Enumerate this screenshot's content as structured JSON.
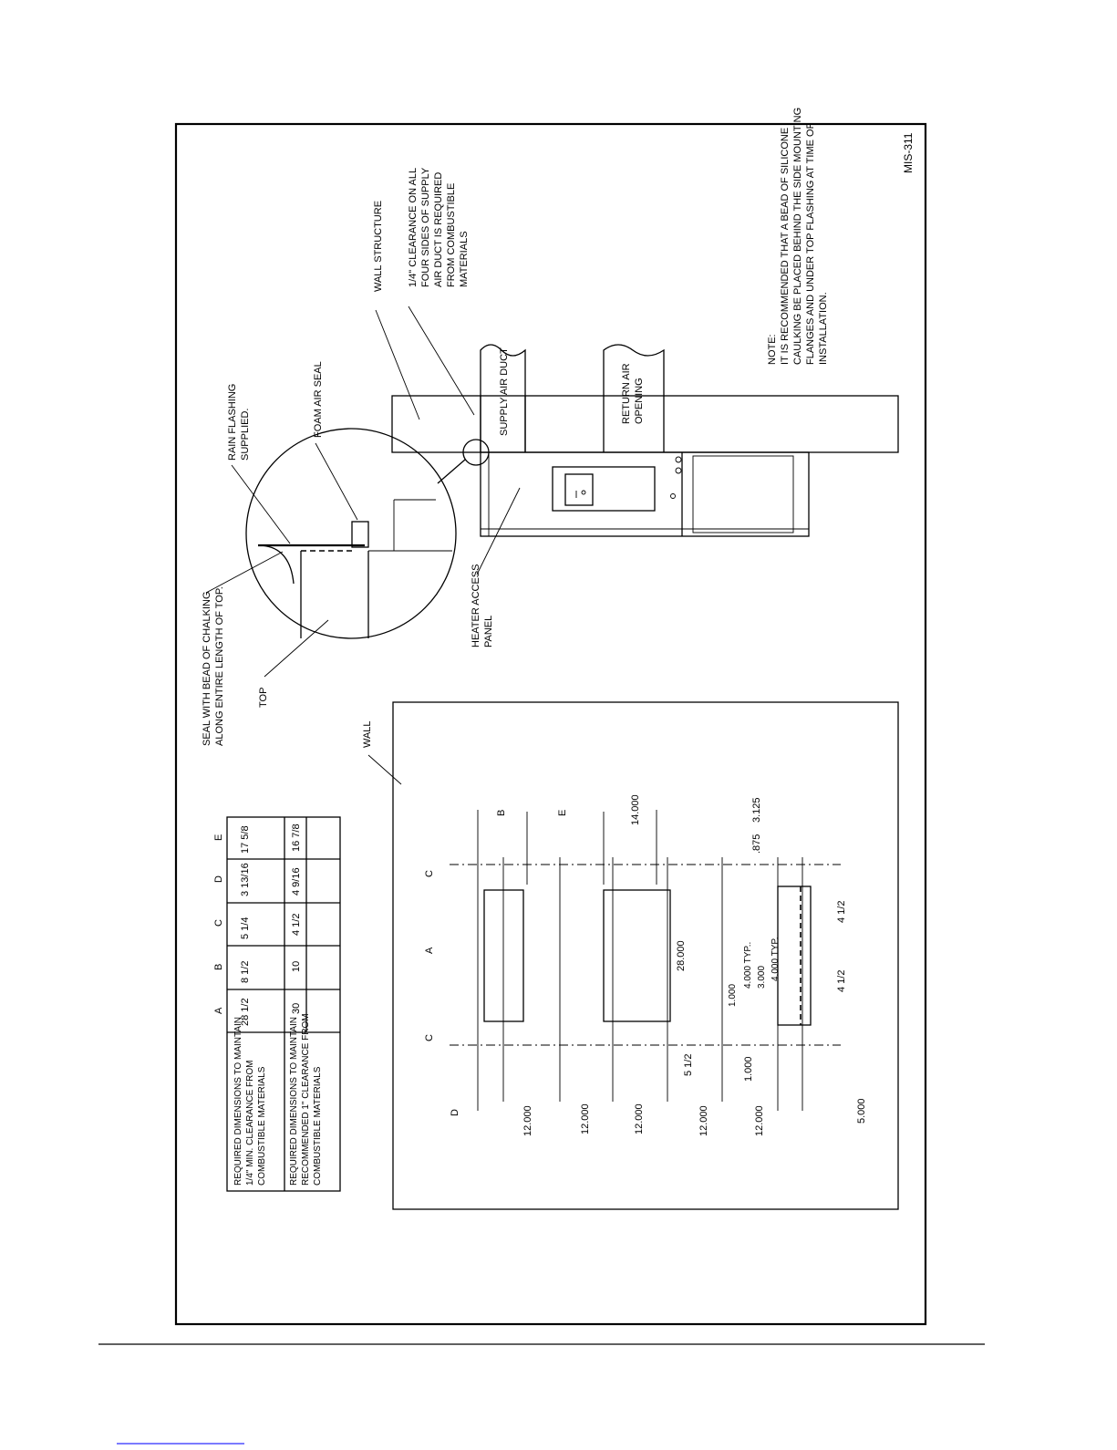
{
  "drawing_id": "MIS-311",
  "note": {
    "lines": [
      "NOTE:",
      "IT IS RECOMMENDED THAT A BEAD OF SILICONE",
      "CAULKING BE PLACED BEHIND THE SIDE MOUNTING",
      "FLANGES AND UNDER TOP FLASHING AT TIME OF",
      "INSTALLATION."
    ]
  },
  "callouts": {
    "wall_structure": [
      "WALL STRUCTURE"
    ],
    "clearance_note": [
      "1/4\" CLEARANCE ON ALL",
      "FOUR SIDES OF SUPPLY",
      "AIR DUCT IS REQUIRED",
      "FROM COMBUSTIBLE",
      "MATERIALS"
    ],
    "foam_air_seal": [
      "FOAM AIR SEAL"
    ],
    "rain_flashing": [
      "RAIN FLASHING",
      "SUPPLIED."
    ],
    "seal_bead": [
      "SEAL WITH BEAD OF CHALKING",
      "ALONG ENTIRE LENGTH OF TOP."
    ],
    "top": [
      "TOP"
    ],
    "heater_access": [
      "HEATER ACCESS",
      "PANEL"
    ],
    "wall": [
      "WALL"
    ],
    "supply_air_duct": [
      "SUPPLY AIR DUCT"
    ],
    "return_air_opening": [
      "RETURN AIR",
      "OPENING"
    ]
  },
  "table": {
    "headers": [
      "A",
      "B",
      "C",
      "D",
      "E"
    ],
    "rows": [
      {
        "label": [
          "REQUIRED DIMENSIONS TO MAINTAIN",
          "1/4\" MIN. CLEARANCE FROM",
          "COMBUSTIBLE MATERIALS"
        ],
        "values": [
          "28 1/2",
          "8 1/2",
          "5 1/4",
          "3 13/16",
          "17 5/8"
        ]
      },
      {
        "label": [
          "REQUIRED DIMENSIONS TO MAINTAIN",
          "RECOMMENDED 1\" CLEARANCE FROM",
          "COMBUSTIBLE MATERIALS"
        ],
        "values": [
          "30",
          "10",
          "4 1/2",
          "4 9/16",
          "16 7/8"
        ]
      }
    ]
  },
  "dimensions": {
    "d": "D",
    "b": "B",
    "e": "E",
    "a": "A",
    "c_left": "C",
    "c_right": "C",
    "v12_1": "12.000",
    "v12_2": "12.000",
    "v12_3": "12.000",
    "v12_4": "12.000",
    "v12_5": "12.000",
    "v14": "14.000",
    "v28": "28.000",
    "v5_5": "5 1/2",
    "v1_a": "1.000",
    "v1_b": "1.000",
    "v3": "3.000",
    "v4typ_a": "4.000 TYP..",
    "v4typ_b": "4.000 TYP.",
    "v875": ".875",
    "v3125": "3.125",
    "v4h_a": "4 1/2",
    "v4h_b": "4 1/2",
    "v5": "5.000"
  }
}
